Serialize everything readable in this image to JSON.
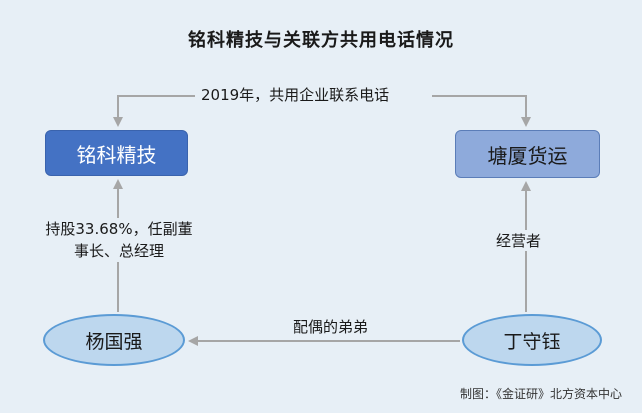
{
  "title": "铭科精技与关联方共用电话情况",
  "nodes": {
    "minke": "铭科精技",
    "tangxia": "塘厦货运",
    "yang": "杨国强",
    "ding": "丁守钰"
  },
  "edges": {
    "shared_phone": "2019年，共用企业联系电话",
    "shareholding": "持股33.68%，任副董事长、总经理",
    "operator": "经营者",
    "spouse_brother": "配偶的弟弟"
  },
  "source": "制图：《金证研》北方资本中心",
  "colors": {
    "background": "#e7eff6",
    "box_dark": "#4472c4",
    "box_light": "#8eaadb",
    "oval_fill": "#bdd7ee",
    "oval_border": "#5b9bd5",
    "arrow": "#a6a6a6"
  }
}
